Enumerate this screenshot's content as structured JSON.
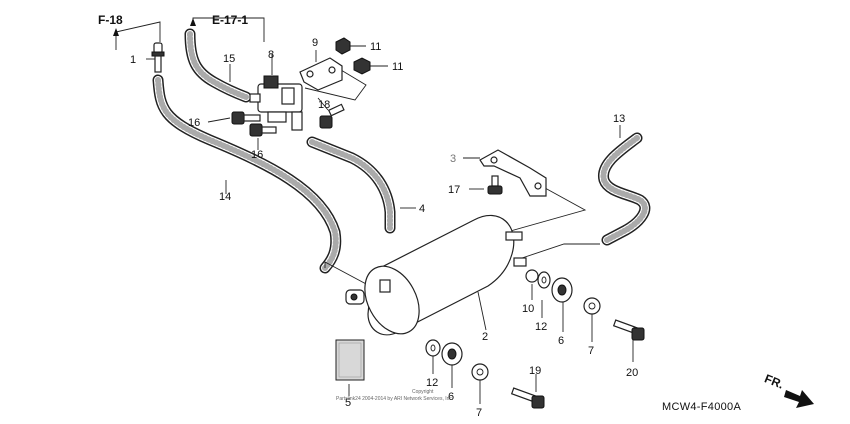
{
  "diagram": {
    "ref_left": "F-18",
    "ref_right": "E-17-1",
    "code": "MCW4-F4000A",
    "direction": "FR.",
    "copyright_line1": "Copyright",
    "copyright_line2": "Partslink24 2004-2014 by ARI Network Services, Inc.",
    "labels": {
      "p1": "1",
      "p2": "2",
      "p3": "3",
      "p4": "4",
      "p5": "5",
      "p6a": "6",
      "p6b": "6",
      "p7a": "7",
      "p7b": "7",
      "p8": "8",
      "p9": "9",
      "p10": "10",
      "p11a": "11",
      "p11b": "11",
      "p12a": "12",
      "p12b": "12",
      "p13": "13",
      "p14": "14",
      "p15": "15",
      "p16a": "16",
      "p16b": "16",
      "p17": "17",
      "p18": "18",
      "p19": "19",
      "p20": "20"
    }
  }
}
